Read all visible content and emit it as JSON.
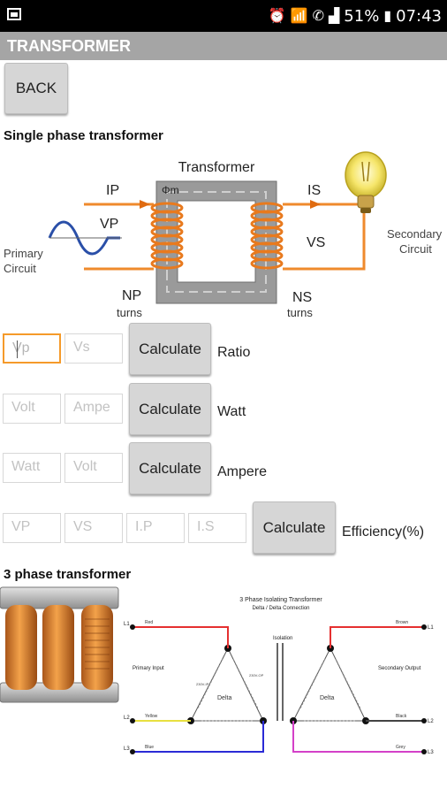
{
  "status_bar": {
    "battery": "51%",
    "time": "07:43"
  },
  "app": {
    "title": "TRANSFORMER",
    "back_label": "BACK"
  },
  "single_phase": {
    "heading": "Single phase transformer",
    "diagram": {
      "title": "Transformer",
      "flux": "Φm",
      "ip": "IP",
      "vp": "VP",
      "is": "IS",
      "vs": "VS",
      "np": "NP",
      "ns": "NS",
      "turns": "turns",
      "primary_circuit_line1": "Primary",
      "primary_circuit_line2": "Circuit",
      "secondary_circuit_line1": "Secondary",
      "secondary_circuit_line2": "Circuit"
    }
  },
  "calculators": {
    "calculate_label": "Calculate",
    "ratio": {
      "fields": [
        "Vp",
        "Vs"
      ],
      "label": "Ratio"
    },
    "watt": {
      "fields": [
        "Volt",
        "Ampe"
      ],
      "label": "Watt"
    },
    "ampere": {
      "fields": [
        "Watt",
        "Volt"
      ],
      "label": "Ampere"
    },
    "efficiency": {
      "fields": [
        "VP",
        "VS",
        "I.P",
        "I.S"
      ],
      "label": "Efficiency(%)"
    }
  },
  "three_phase": {
    "heading": "3 phase transformer",
    "diagram": {
      "title": "3 Phase Isolating Transformer",
      "subtitle": "Delta / Delta Connection",
      "primary_input": "Primary Input",
      "secondary_output": "Secondary Output",
      "isolation": "Isolation",
      "delta_left": "Delta",
      "delta_right": "Delta",
      "l1": "L1",
      "l2": "L2",
      "l3": "L3",
      "red": "Red",
      "yellow": "Yellow",
      "blue": "Blue",
      "brown": "Brown",
      "black": "Black",
      "grey": "Grey",
      "coil_labels": [
        "230V-IP",
        "230V-OP"
      ]
    }
  },
  "colors": {
    "app_bar": "#a5a5a5",
    "focus": "#f59a2a",
    "core": "#9a9a9a",
    "coil": "#e87a1e",
    "wire": "#ef8a2c"
  }
}
